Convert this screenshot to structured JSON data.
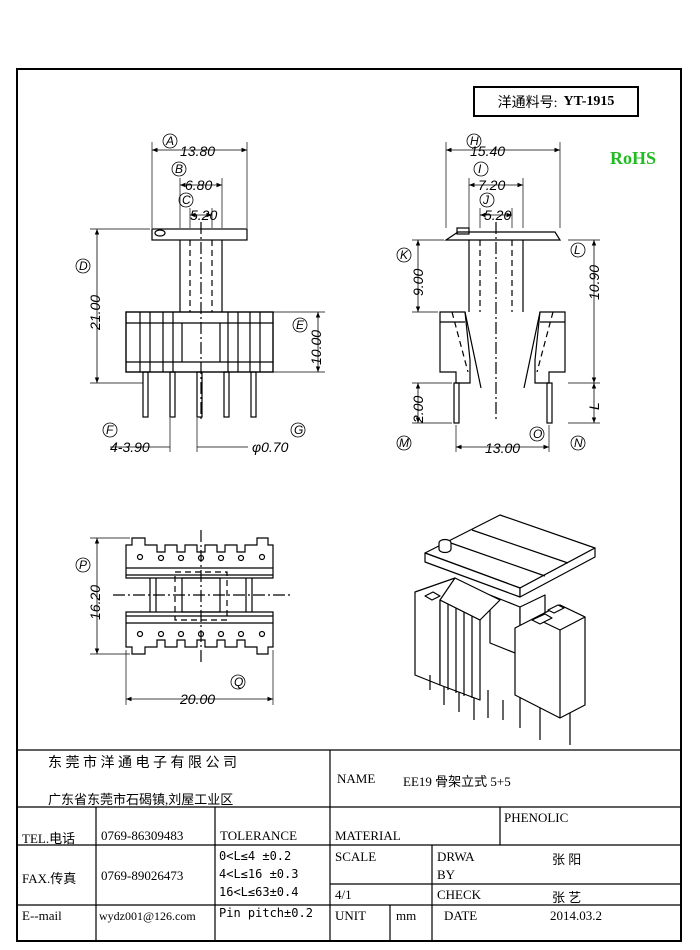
{
  "header": {
    "part_label": "洋通料号:",
    "part_no": "YT-1915",
    "rohs": "RoHS"
  },
  "drawing": {
    "front_view": {
      "balloons": [
        "A",
        "B",
        "C",
        "D",
        "E",
        "F",
        "G"
      ],
      "dims": {
        "A": "13.80",
        "B": "6.80",
        "C": "5.20",
        "D": "21.00",
        "E": "10.00",
        "F": "4-3.90",
        "G": "φ0.70"
      }
    },
    "side_view": {
      "balloons": [
        "H",
        "I",
        "J",
        "K",
        "L",
        "M",
        "N",
        "O"
      ],
      "dims": {
        "H": "15.40",
        "I": "7.20",
        "J": "5.20",
        "K": "9.00",
        "L": "10.90",
        "M": "2.00",
        "N": "L",
        "O": "13.00"
      }
    },
    "top_view": {
      "balloons": [
        "P",
        "Q"
      ],
      "dims": {
        "P": "16.20",
        "Q": "20.00"
      }
    }
  },
  "title_block": {
    "company": "东 莞 市 洋 通 电 子 有 限 公 司",
    "address": "广东省东莞市石碣镇,刘屋工业区",
    "name_label": "NAME",
    "name_value": "EE19 骨架立式 5+5",
    "tel_label": "TEL.电话",
    "tel_value": "0769-86309483",
    "fax_label": "FAX.传真",
    "fax_value": "0769-89026473",
    "email_label": "E--mail",
    "email_value": "wydz001@126.com",
    "tolerance_label": "TOLERANCE",
    "tolerance_rows": [
      "0<L≤4   ±0.2",
      "4<L≤16  ±0.3",
      "16<L≤63±0.4",
      "Pin pitch±0.2"
    ],
    "material_label": "MATERIAL",
    "material_value": "PHENOLIC",
    "scale_label": "SCALE",
    "scale_value": "4/1",
    "drawn_label_1": "DRWA",
    "drawn_label_2": "BY",
    "drawn_value": "张 阳",
    "check_label": "CHECK",
    "check_value": "张 艺",
    "unit_label": "UNIT",
    "unit_value": "mm",
    "date_label": "DATE",
    "date_value": "2014.03.2"
  }
}
